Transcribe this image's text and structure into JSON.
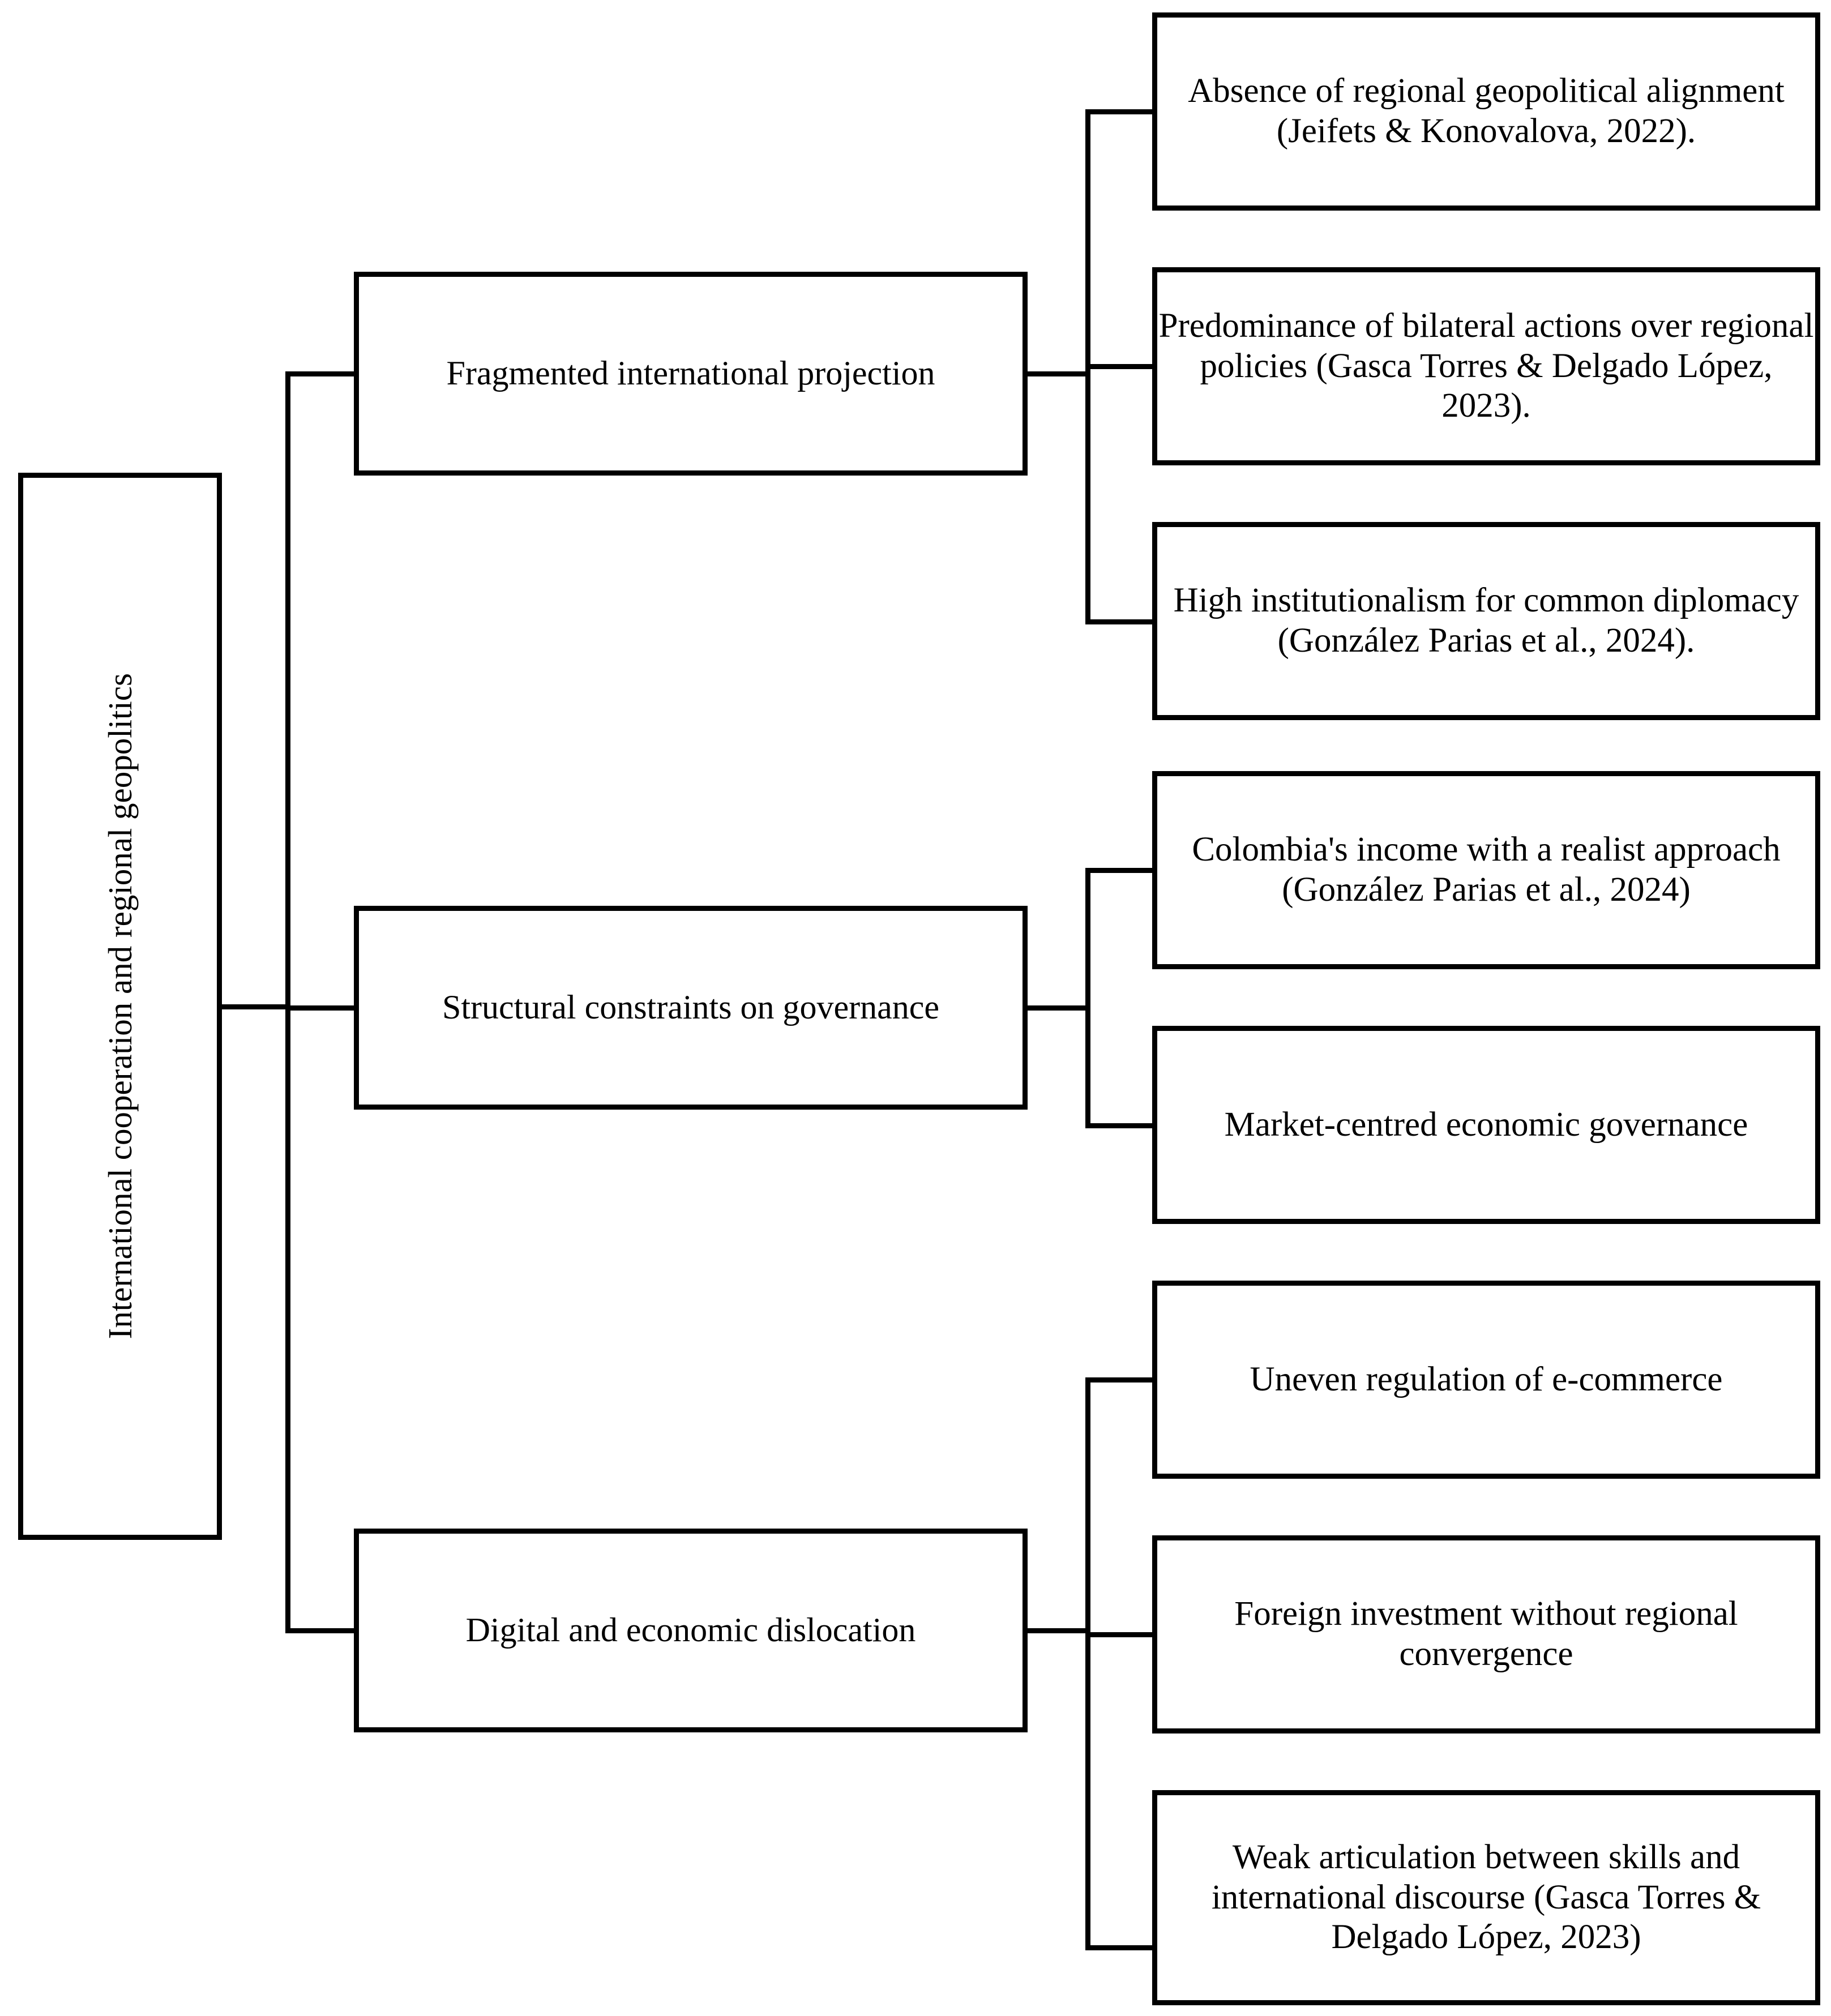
{
  "diagram": {
    "type": "hierarchical-tree",
    "orientation": "left-to-right",
    "root": {
      "label": "International cooperation and regional geopolitics"
    },
    "branches": [
      {
        "label": "Fragmented international projection",
        "leaves": [
          {
            "label": "Absence of regional geopolitical alignment (Jeifets & Konovalova, 2022)."
          },
          {
            "label": "Predominance of bilateral actions over regional policies (Gasca Torres & Delgado López, 2023)."
          },
          {
            "label": "High institutionalism for common diplomacy (González Parias et al., 2024)."
          }
        ]
      },
      {
        "label": "Structural constraints on governance",
        "leaves": [
          {
            "label": "Colombia's income with a realist approach (González Parias et al., 2024)"
          },
          {
            "label": "Market-centred economic governance"
          }
        ]
      },
      {
        "label": "Digital and economic dislocation",
        "leaves": [
          {
            "label": "Uneven regulation of e-commerce"
          },
          {
            "label": "Foreign investment without regional convergence"
          },
          {
            "label": "Weak articulation between skills and international discourse (Gasca Torres & Delgado López, 2023)"
          }
        ]
      }
    ],
    "style": {
      "box_border_color": "#000000",
      "box_fill_color": "#ffffff",
      "connector_color": "#000000",
      "text_color": "#000000",
      "background_color": "#ffffff"
    }
  }
}
